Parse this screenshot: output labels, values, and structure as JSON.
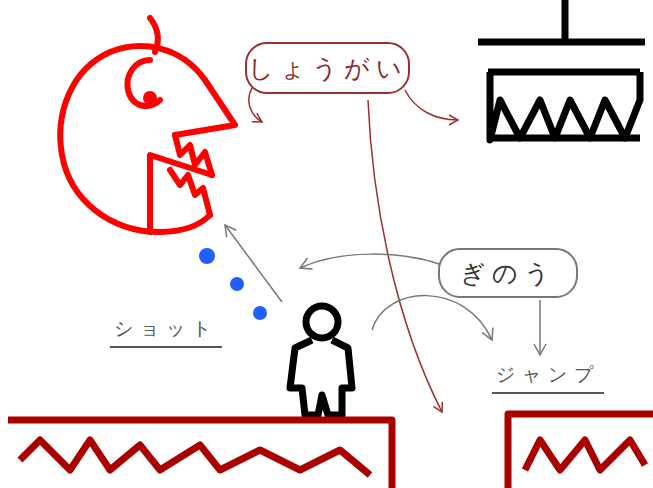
{
  "diagram": {
    "nodes": [
      {
        "text": [
          "しょうがい"
        ]
      },
      {
        "text": [
          "ぎのう"
        ]
      }
    ],
    "labels": [
      "ショット",
      "ジャンプ"
    ]
  }
}
